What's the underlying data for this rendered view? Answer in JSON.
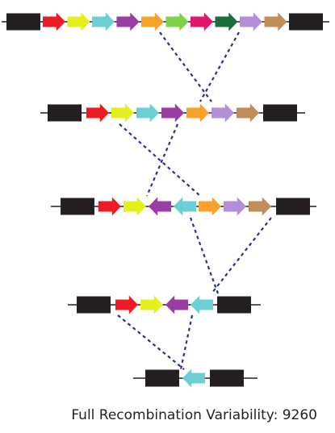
{
  "caption": "Full Recombination Variability: 9260",
  "colors": {
    "terminator": "#231f20",
    "backbone": "#231f20",
    "connector": "#2b2f8c",
    "red": "#ed1c24",
    "yellow": "#e5ef1c",
    "cyan": "#6ccfd6",
    "purple": "#9a3ea3",
    "orange": "#f9a12c",
    "lime": "#7ed348",
    "magenta": "#e0176d",
    "darkgreen": "#1c6e3c",
    "lavender": "#b48ed8",
    "tan": "#c08c5a"
  },
  "constructs": [
    {
      "id": "construct-1",
      "parts": [
        "red",
        "yellow",
        "cyan",
        "purple",
        "orange",
        "lime",
        "magenta",
        "darkgreen",
        "lavender",
        "tan"
      ],
      "orient": [
        "f",
        "f",
        "f",
        "f",
        "f",
        "f",
        "f",
        "f",
        "f",
        "f"
      ]
    },
    {
      "id": "construct-2",
      "parts": [
        "red",
        "yellow",
        "cyan",
        "purple",
        "orange",
        "lavender",
        "tan"
      ],
      "orient": [
        "f",
        "f",
        "f",
        "f",
        "f",
        "f",
        "f"
      ]
    },
    {
      "id": "construct-3",
      "parts": [
        "red",
        "yellow",
        "purple",
        "cyan",
        "orange",
        "lavender",
        "tan"
      ],
      "orient": [
        "f",
        "f",
        "r",
        "r",
        "f",
        "f",
        "f"
      ]
    },
    {
      "id": "construct-4",
      "parts": [
        "red",
        "yellow",
        "purple",
        "cyan"
      ],
      "orient": [
        "f",
        "f",
        "r",
        "r"
      ]
    },
    {
      "id": "construct-5",
      "parts": [
        "cyan"
      ],
      "orient": [
        "r"
      ]
    }
  ]
}
